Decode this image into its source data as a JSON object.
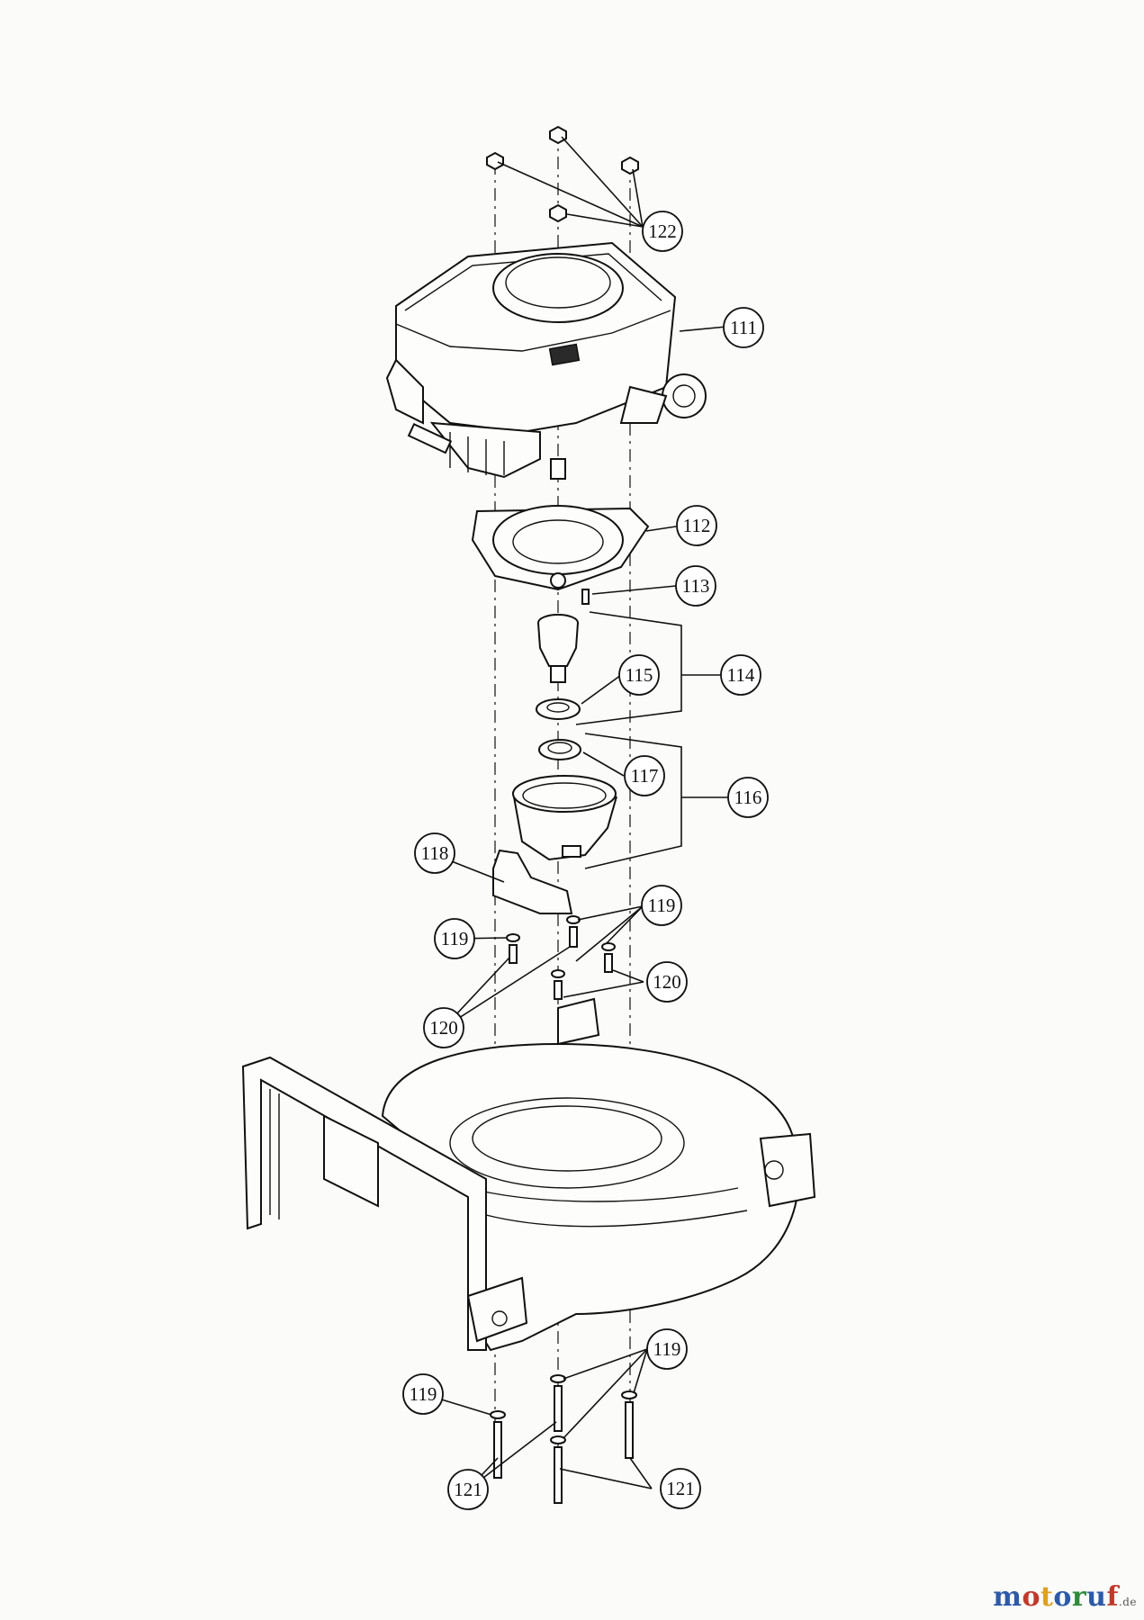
{
  "callouts": {
    "c122": "122",
    "c111": "111",
    "c112": "112",
    "c113": "113",
    "c114": "114",
    "c115": "115",
    "c116": "116",
    "c117": "117",
    "c118": "118",
    "c119a": "119",
    "c119b": "119",
    "c120a": "120",
    "c120b": "120",
    "c119c": "119",
    "c119d": "119",
    "c121a": "121",
    "c121b": "121"
  },
  "watermark": {
    "letters": [
      "m",
      "o",
      "t",
      "o",
      "r",
      "u",
      "f"
    ],
    "colors": [
      "#2d5aa8",
      "#c0392b",
      "#e0a020",
      "#2d5aa8",
      "#2e8b3a",
      "#2d5aa8",
      "#c0392b"
    ],
    "suffix": ".de"
  }
}
